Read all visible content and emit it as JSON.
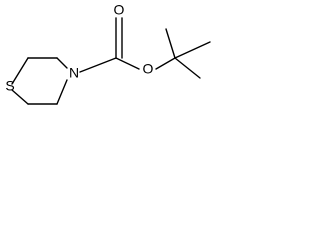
{
  "molecule": {
    "atoms": {
      "sulfur": "S",
      "nitrogen": "N",
      "carbonyl_oxygen": "O",
      "ester_oxygen": "O"
    }
  }
}
